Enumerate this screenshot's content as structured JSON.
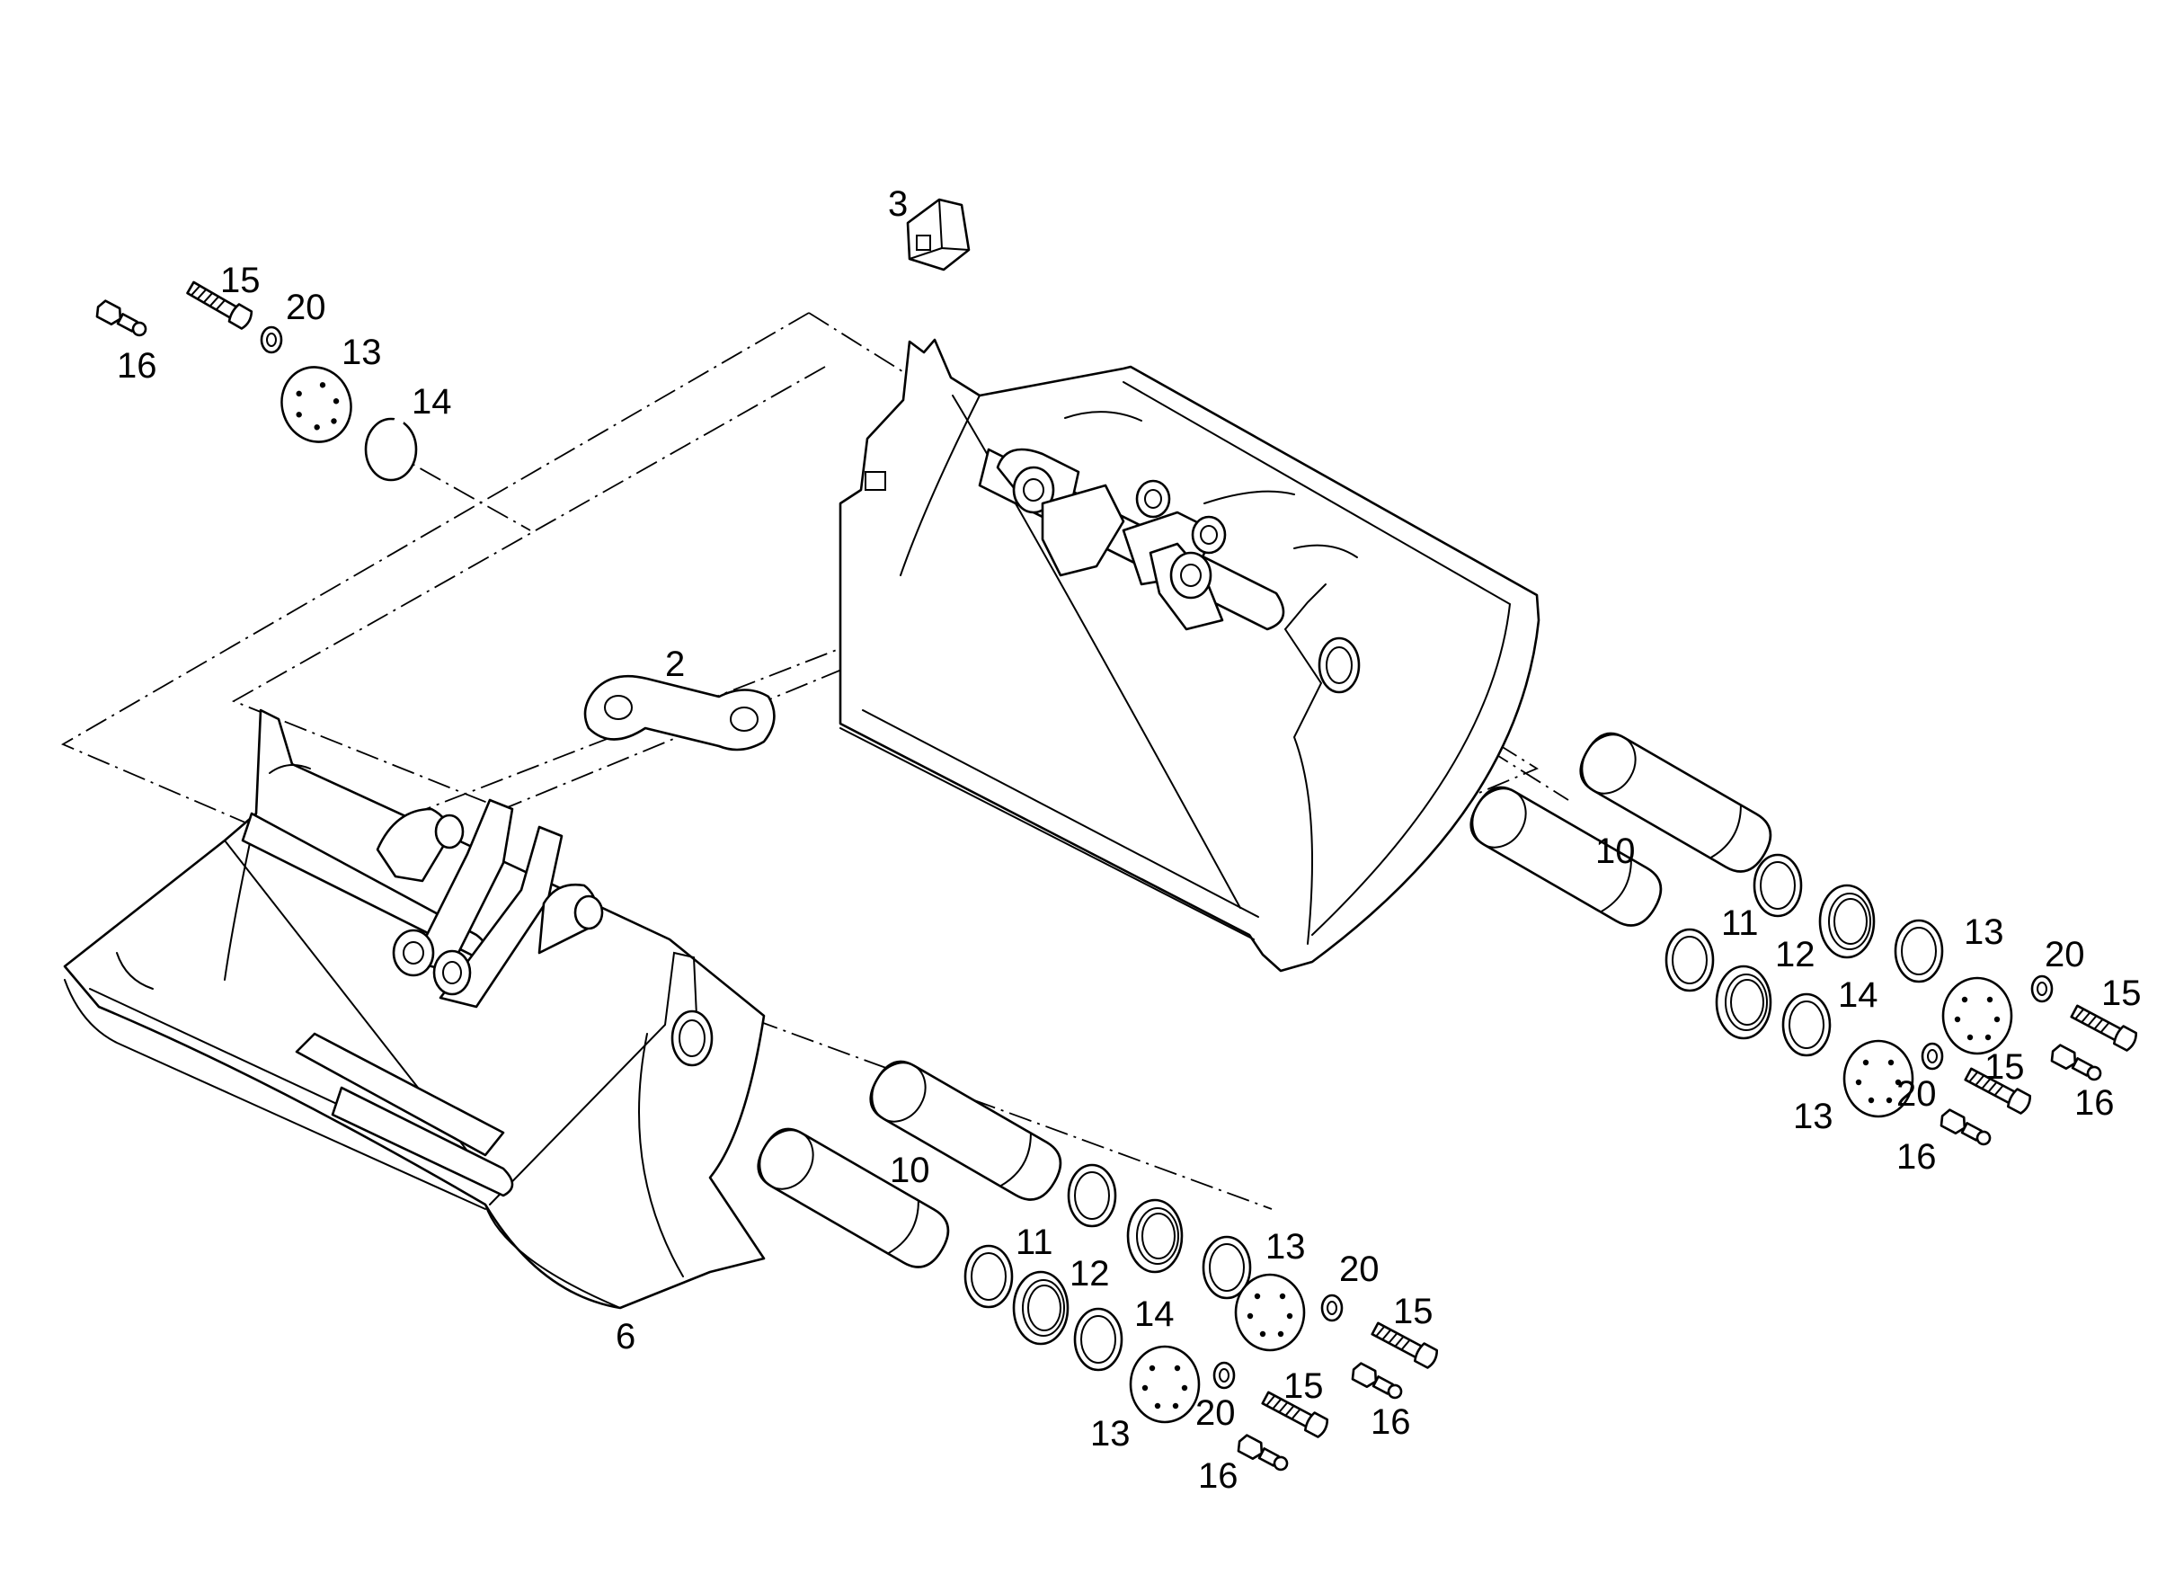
{
  "callouts": {
    "c1": "3",
    "c2": "15",
    "c3": "20",
    "c4": "16",
    "c5": "13",
    "c6": "14",
    "c7": "2",
    "c8": "10",
    "c9": "11",
    "c10": "12",
    "c11": "13",
    "c12": "20",
    "c13": "15",
    "c14": "14",
    "c15": "15",
    "c16": "16",
    "c17": "13",
    "c18": "20",
    "c19": "16",
    "c20": "6",
    "c21": "10",
    "c22": "11",
    "c23": "12",
    "c24": "13",
    "c25": "20",
    "c26": "15",
    "c27": "14",
    "c28": "15",
    "c29": "16",
    "c30": "13",
    "c31": "20",
    "c32": "16"
  }
}
